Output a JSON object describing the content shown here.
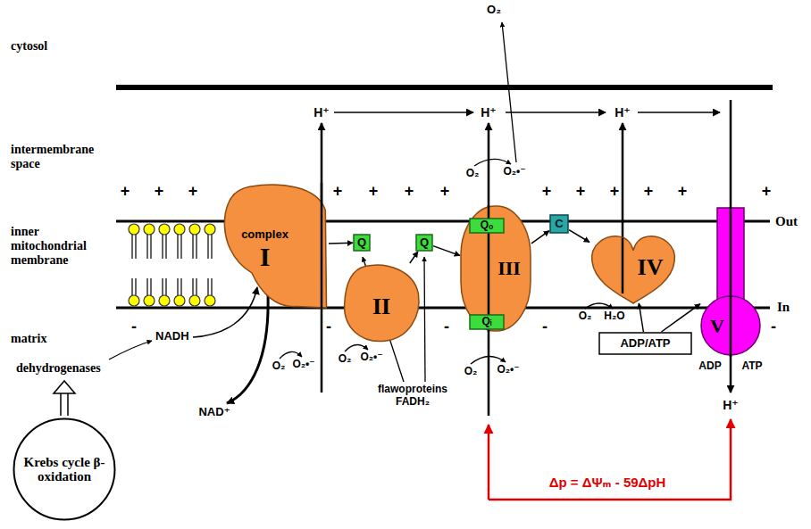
{
  "diagram": {
    "nodes": [
      {
        "text": [
          "complex",
          "I"
        ]
      },
      {
        "text": [
          "Q"
        ]
      },
      {
        "text": [
          "II"
        ]
      },
      {
        "text": [
          "Q"
        ]
      },
      {
        "text": [
          "III"
        ]
      },
      {
        "text": [
          "Qₒ"
        ],
        "in": 4
      },
      {
        "text": [
          "Qᵢ"
        ],
        "in": 4
      },
      {
        "text": [
          "C"
        ]
      },
      {
        "text": [
          "IV"
        ]
      },
      {
        "text": [
          "V"
        ]
      },
      {
        "text": [
          "ADP/ATP"
        ]
      },
      {
        "text": [
          "Krebs cycle β-oxidation"
        ]
      }
    ],
    "edges": [
      {
        "from": 0,
        "to": 1,
        "arrow": "to"
      },
      {
        "from": 2,
        "to": 3,
        "arrow": "to"
      },
      {
        "from": 3,
        "to": 4,
        "arrow": "to"
      },
      {
        "from": 4,
        "to": 7,
        "arrow": "to"
      },
      {
        "from": 7,
        "to": 8,
        "arrow": "to"
      },
      {
        "from": 10,
        "to": 8,
        "arrow": "to"
      },
      {
        "from": 10,
        "to": 9,
        "arrow": "to"
      },
      {
        "from": 5,
        "to": 6,
        "arrow": "to"
      },
      {
        "from": 5,
        "to": 6,
        "arrow": "to"
      }
    ],
    "labels": [
      "cytosol",
      "intermembrane space",
      "inner mitochondrial membrane",
      "matrix",
      "Out",
      "In",
      "NADH",
      "dehydrogenases",
      "NAD⁺",
      "flawoproteins FADH₂",
      "H⁺",
      "H⁺",
      "H⁺",
      "H⁺",
      "O₂",
      "O₂",
      "O₂•⁻",
      "O₂",
      "O₂•⁻",
      "O₂",
      "O₂•⁻",
      "O₂",
      "O₂•⁻",
      "O₂",
      "H₂O",
      "ADP",
      "ATP",
      "Δp = ΔΨₘ - 59ΔpH",
      "+",
      "+",
      "+",
      "+",
      "+",
      "+",
      "+",
      "+",
      "+",
      "+",
      "+",
      "+",
      "+",
      "-",
      "-",
      "-",
      "-",
      "-"
    ]
  }
}
